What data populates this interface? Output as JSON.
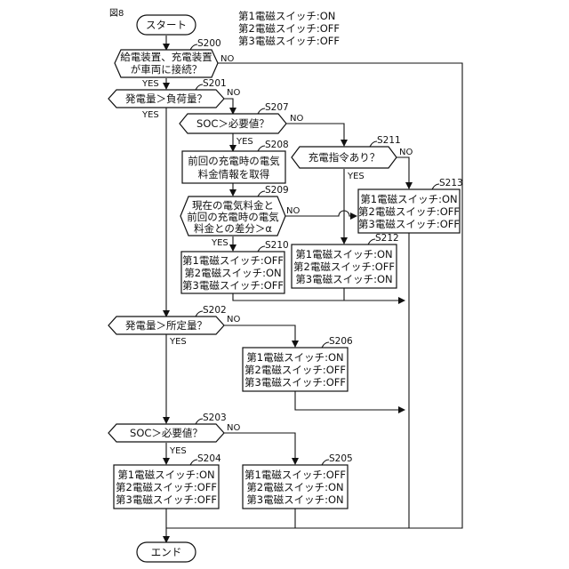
{
  "figure_label": "図8",
  "legend_lines": [
    "第1電磁スイッチ:ON",
    "第2電磁スイッチ:OFF",
    "第3電磁スイッチ:OFF"
  ],
  "start": "スタート",
  "end": "エンド",
  "yes": "YES",
  "no": "NO",
  "steps": {
    "s200": {
      "id": "S200",
      "lines": [
        "給電装置、充電装置",
        "が車両に接続？"
      ]
    },
    "s201": {
      "id": "S201",
      "lines": [
        "発電量＞負荷量？"
      ]
    },
    "s207": {
      "id": "S207",
      "lines": [
        "SOC＞必要値？"
      ]
    },
    "s208": {
      "id": "S208",
      "lines": [
        "前回の充電時の電気",
        "料金情報を取得"
      ]
    },
    "s209": {
      "id": "S209",
      "lines": [
        "現在の電気料金と",
        "前回の充電時の電気",
        "料金との差分＞α"
      ]
    },
    "s210": {
      "id": "S210",
      "lines": [
        "第1電磁スイッチ:OFF",
        "第2電磁スイッチ:ON",
        "第3電磁スイッチ:OFF"
      ]
    },
    "s211": {
      "id": "S211",
      "lines": [
        "充電指令あり？"
      ]
    },
    "s212": {
      "id": "S212",
      "lines": [
        "第1電磁スイッチ:ON",
        "第2電磁スイッチ:OFF",
        "第3電磁スイッチ:ON"
      ]
    },
    "s213": {
      "id": "S213",
      "lines": [
        "第1電磁スイッチ:ON",
        "第2電磁スイッチ:OFF",
        "第3電磁スイッチ:OFF"
      ]
    },
    "s202": {
      "id": "S202",
      "lines": [
        "発電量＞所定量？"
      ]
    },
    "s206": {
      "id": "S206",
      "lines": [
        "第1電磁スイッチ:ON",
        "第2電磁スイッチ:OFF",
        "第3電磁スイッチ:OFF"
      ]
    },
    "s203": {
      "id": "S203",
      "lines": [
        "SOC＞必要値？"
      ]
    },
    "s204": {
      "id": "S204",
      "lines": [
        "第1電磁スイッチ:ON",
        "第2電磁スイッチ:OFF",
        "第3電磁スイッチ:OFF"
      ]
    },
    "s205": {
      "id": "S205",
      "lines": [
        "第1電磁スイッチ:OFF",
        "第2電磁スイッチ:ON",
        "第3電磁スイッチ:ON"
      ]
    }
  }
}
